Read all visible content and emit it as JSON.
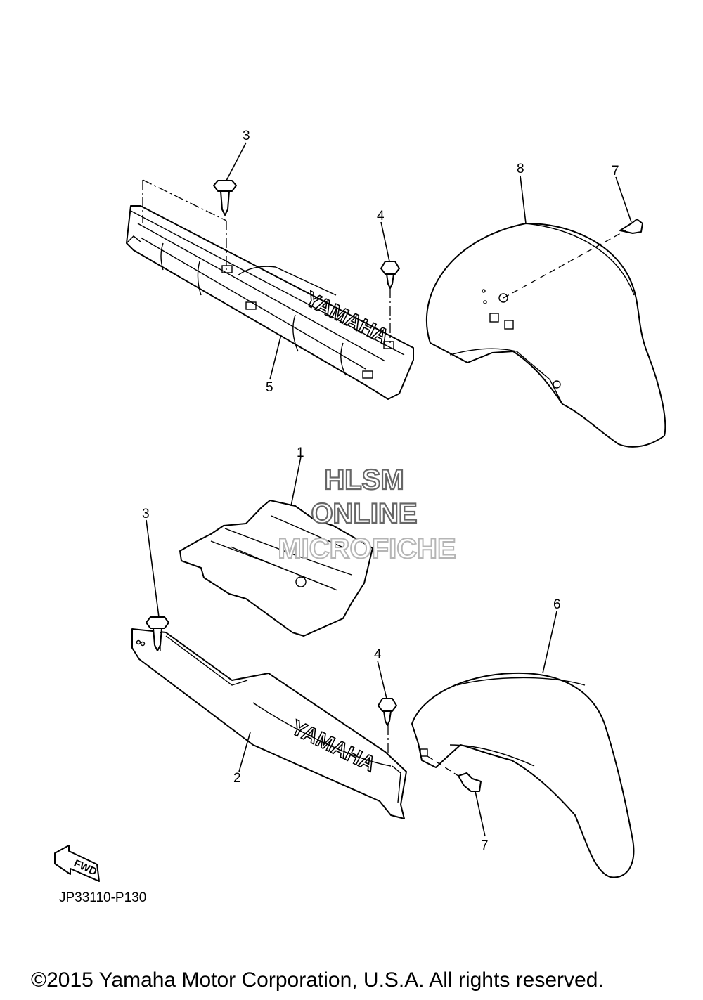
{
  "callouts": {
    "c1": "1",
    "c2": "2",
    "c3a": "3",
    "c3b": "3",
    "c4a": "4",
    "c4b": "4",
    "c5": "5",
    "c6": "6",
    "c7a": "7",
    "c7b": "7",
    "c8": "8"
  },
  "logo_text": "YAMAHA",
  "fwd_label": "FWD",
  "watermark": {
    "line1": "HLSM",
    "line2": "ONLINE",
    "line3": "MICROFICHE"
  },
  "ref_code": "JP33110-P130",
  "copyright": "©2015 Yamaha Motor Corporation, U.S.A. All rights reserved."
}
